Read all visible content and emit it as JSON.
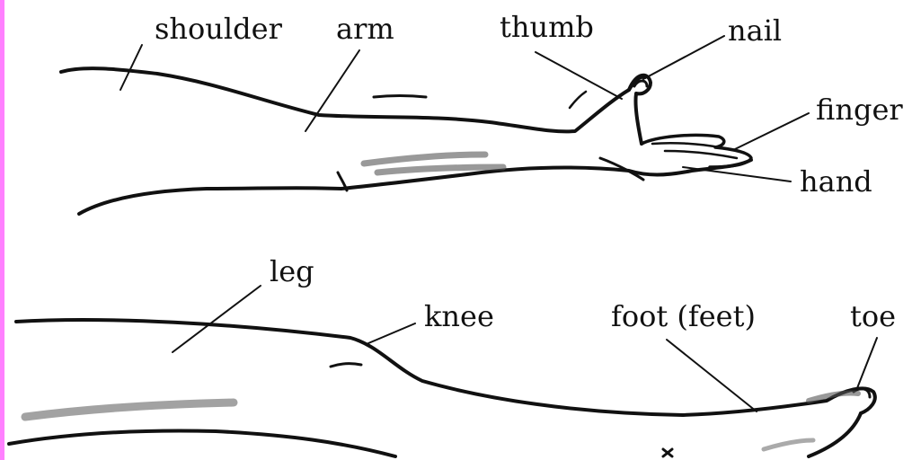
{
  "colors": {
    "ink": "#111111",
    "background": "#ffffff",
    "left_edge": "#ff80ff",
    "hatch": "#555555"
  },
  "arm_section": {
    "labels": {
      "shoulder": "shoulder",
      "arm": "arm",
      "thumb": "thumb",
      "nail": "nail",
      "finger": "finger",
      "hand": "hand"
    }
  },
  "leg_section": {
    "labels": {
      "leg": "leg",
      "knee": "knee",
      "foot": "foot (feet)",
      "toe": "toe"
    }
  }
}
